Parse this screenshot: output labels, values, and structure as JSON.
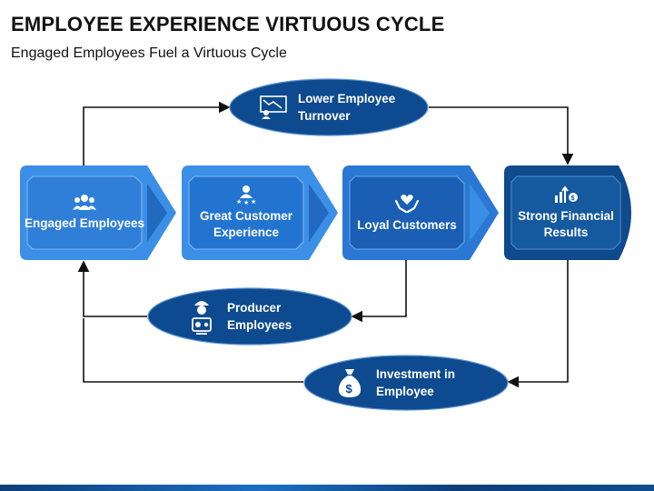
{
  "title": "EMPLOYEE EXPERIENCE VIRTUOUS CYCLE",
  "subtitle": "Engaged Employees Fuel a Virtuous Cycle",
  "boxes": [
    {
      "label": "Engaged Employees",
      "icon": "people-group-icon",
      "color": "#3b8fe6"
    },
    {
      "label": "Great Customer Experience",
      "icon": "customer-stars-icon",
      "color": "#2f7fd8"
    },
    {
      "label": "Loyal Customers",
      "icon": "heart-hands-icon",
      "color": "#1f63b8"
    },
    {
      "label": "Strong Financial Results",
      "icon": "growth-chart-dollar-icon",
      "color": "#0f4a8c"
    }
  ],
  "ovals": {
    "top": {
      "label": "Lower Employee Turnover",
      "icon": "turnover-decline-icon"
    },
    "middle": {
      "label": "Producer Employees",
      "icon": "worker-gear-icon"
    },
    "bottom": {
      "label": "Investment in Employee",
      "icon": "money-bag-icon"
    }
  },
  "colors": {
    "oval": "#0d4a8f",
    "arrow": "#111111",
    "accent": "#1b6fc4"
  }
}
